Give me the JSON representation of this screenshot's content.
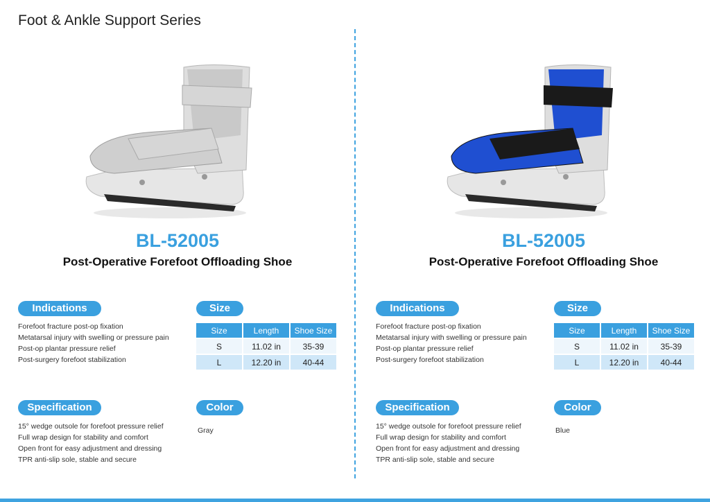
{
  "page": {
    "title": "Foot & Ankle Support Series"
  },
  "products": [
    {
      "model": "BL-52005",
      "name": "Post-Operative Forefoot Offloading Shoe",
      "indications_title": "Indications",
      "indications": [
        "Forefoot fracture post-op fixation",
        "Metatarsal injury with swelling or pressure pain",
        "Post-op plantar pressure relief",
        "Post-surgery forefoot stabilization"
      ],
      "size_title": "Size",
      "size_table": {
        "headers": [
          "Size",
          "Length",
          "Shoe Size"
        ],
        "rows": [
          [
            "S",
            "11.02 in",
            "35-39"
          ],
          [
            "L",
            "12.20 in",
            "40-44"
          ]
        ]
      },
      "spec_title": "Specification",
      "specifications": [
        "15° wedge outsole for forefoot pressure relief",
        "Full wrap design for stability and comfort",
        "Open front for easy adjustment and dressing",
        "TPR anti-slip sole, stable and secure"
      ],
      "color_title": "Color",
      "color": "Gray",
      "liner_color": "#c9c9c9",
      "strap_color": "#d6d6d6"
    },
    {
      "model": "BL-52005",
      "name": "Post-Operative Forefoot Offloading Shoe",
      "indications_title": "Indications",
      "indications": [
        "Forefoot fracture post-op fixation",
        "Metatarsal injury with swelling or pressure pain",
        "Post-op plantar pressure relief",
        "Post-surgery forefoot stabilization"
      ],
      "size_title": "Size",
      "size_table": {
        "headers": [
          "Size",
          "Length",
          "Shoe Size"
        ],
        "rows": [
          [
            "S",
            "11.02 in",
            "35-39"
          ],
          [
            "L",
            "12.20 in",
            "40-44"
          ]
        ]
      },
      "spec_title": "Specification",
      "specifications": [
        "15° wedge outsole for forefoot pressure relief",
        "Full wrap design for stability and comfort",
        "Open front for easy adjustment and dressing",
        "TPR anti-slip sole, stable and secure"
      ],
      "color_title": "Color",
      "color": "Blue",
      "liner_color": "#1f4fd1",
      "strap_color": "#1a1a1a"
    }
  ],
  "theme": {
    "accent": "#3aa0df",
    "row_light": "#eef6fc",
    "row_dark": "#cfe7f8"
  }
}
